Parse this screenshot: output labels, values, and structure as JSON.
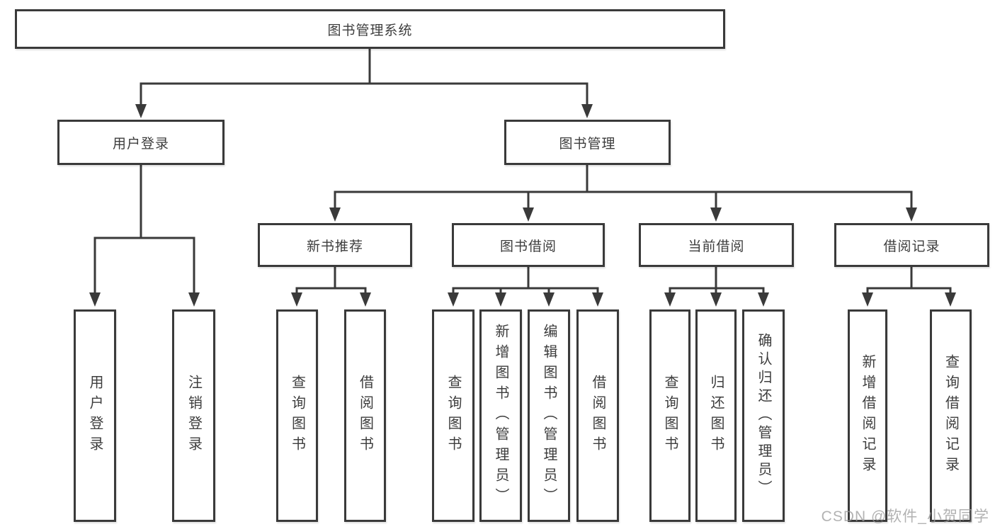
{
  "colors": {
    "background": "#ffffff",
    "line": "#3a3a3a",
    "box_border": "#3a3a3a",
    "text": "#3d3d3d",
    "watermark": "#989898"
  },
  "tree": {
    "label": "图书管理系统",
    "children": [
      {
        "label": "用户登录",
        "children": [
          {
            "label": "用户登录"
          },
          {
            "label": "注销登录"
          }
        ]
      },
      {
        "label": "图书管理",
        "children": [
          {
            "label": "新书推荐",
            "children": [
              {
                "label": "查询图书"
              },
              {
                "label": "借阅图书"
              }
            ]
          },
          {
            "label": "图书借阅",
            "children": [
              {
                "label": "查询图书"
              },
              {
                "label": "新增图书（管理员）"
              },
              {
                "label": "编辑图书（管理员）"
              },
              {
                "label": "借阅图书"
              }
            ]
          },
          {
            "label": "当前借阅",
            "children": [
              {
                "label": "查询图书"
              },
              {
                "label": "归还图书"
              },
              {
                "label": "确认归还（管理员）"
              }
            ]
          },
          {
            "label": "借阅记录",
            "children": [
              {
                "label": "新增借阅记录"
              },
              {
                "label": "查询借阅记录"
              }
            ]
          }
        ]
      }
    ]
  },
  "watermark": {
    "text": "CSDN @软件_小贺同学"
  }
}
